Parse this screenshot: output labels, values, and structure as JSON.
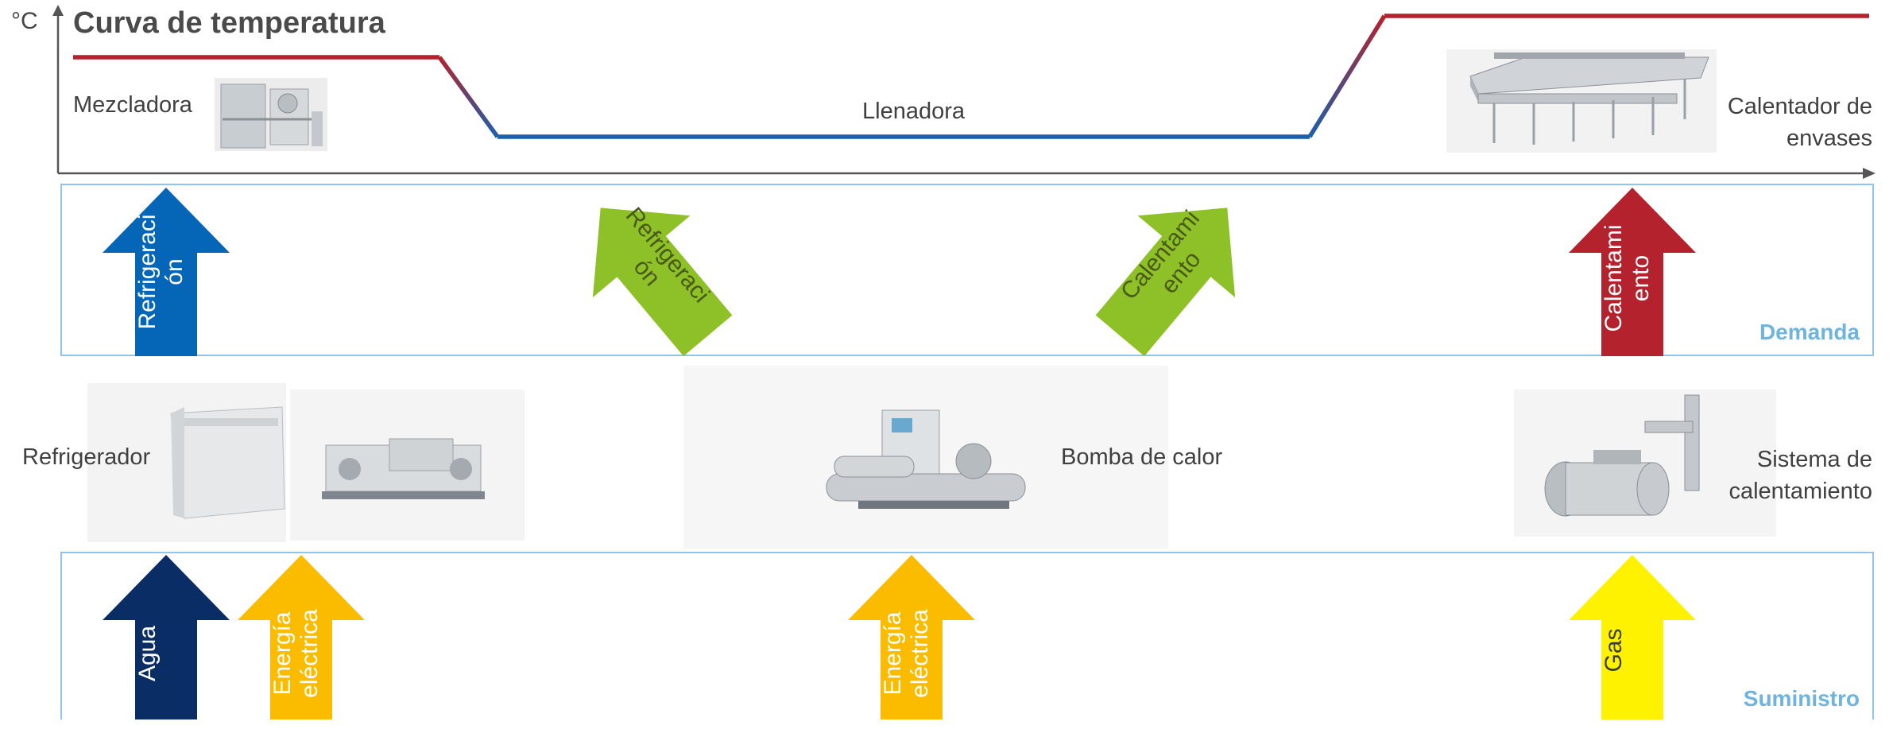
{
  "title": "Curva de temperatura",
  "unit": "°C",
  "curve_labels": {
    "mixer": "Mezcladora",
    "filler": "Llenadora",
    "container_heater": "Calentador de\nenvases"
  },
  "demand": {
    "label": "Demanda",
    "arrows": [
      {
        "text": "Refrigeraci\nón",
        "color": "#0565b6"
      },
      {
        "text": "Refrigeraci\nón",
        "color": "#8ec127"
      },
      {
        "text": "Calentami\nento",
        "color": "#8ec127"
      },
      {
        "text": "Calentami\nento",
        "color": "#b4222d"
      }
    ]
  },
  "equipment": {
    "chiller": "Refrigerador",
    "heat_pump": "Bomba de calor",
    "heating_system": "Sistema de\ncalentamiento"
  },
  "supply": {
    "label": "Suministro",
    "arrows": [
      {
        "text": "Agua",
        "color": "#0b2d66"
      },
      {
        "text": "Energía\neléctrica",
        "color": "#fbbc00"
      },
      {
        "text": "Energía\neléctrica",
        "color": "#fbbc00"
      },
      {
        "text": "Gas",
        "color": "#fff200"
      }
    ]
  },
  "colors": {
    "hot_line": "#b4222d",
    "cold_line": "#1c5fad",
    "panel_border": "#8ec5ea",
    "panel_label": "#6fb3df"
  },
  "images": {
    "mixer": "mixer-machine",
    "container_heater": "container-heater-tunnel",
    "chiller_a": "chiller-unit",
    "chiller_b": "chiller-compressor-skid",
    "heat_pump": "heat-pump-unit",
    "heating_system": "boiler-with-chimney"
  }
}
